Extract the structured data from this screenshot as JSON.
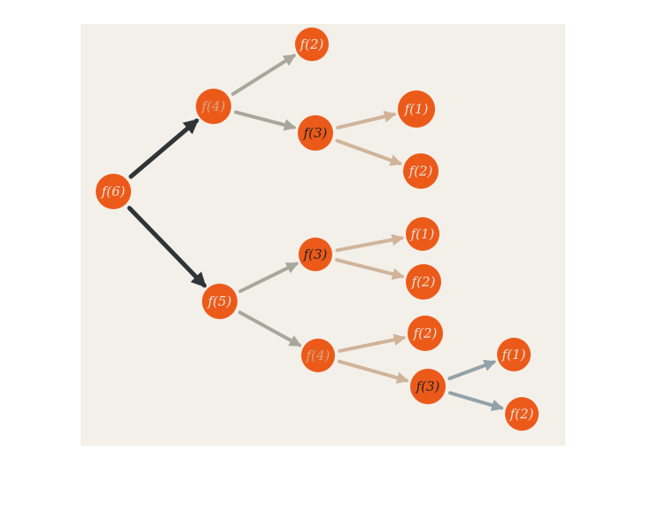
{
  "colors": {
    "canvas": "#f3f0ea",
    "node": "#ec5a1a",
    "edge_dark": "#2f3437",
    "edge_gray": "#a9a69b",
    "edge_tan": "#d0b49a",
    "edge_blue": "#92a2a8",
    "label_dark": "#222222",
    "label_light": "#e6e0d4",
    "label_mid": "#d9a680"
  },
  "nodes": [
    {
      "id": "n6",
      "label": "f(6)",
      "shade": "light"
    },
    {
      "id": "n4a",
      "label": "f(4)",
      "shade": "mid"
    },
    {
      "id": "n2a",
      "label": "f(2)",
      "shade": "light"
    },
    {
      "id": "n3a",
      "label": "f(3)",
      "shade": "dark"
    },
    {
      "id": "n1a",
      "label": "f(1)",
      "shade": "light"
    },
    {
      "id": "n2b",
      "label": "f(2)",
      "shade": "light"
    },
    {
      "id": "n5",
      "label": "f(5)",
      "shade": "light"
    },
    {
      "id": "n3b",
      "label": "f(3)",
      "shade": "dark"
    },
    {
      "id": "n1b",
      "label": "f(1)",
      "shade": "light"
    },
    {
      "id": "n2c",
      "label": "f(2)",
      "shade": "light"
    },
    {
      "id": "n4b",
      "label": "f(4)",
      "shade": "mid"
    },
    {
      "id": "n2d",
      "label": "f(2)",
      "shade": "light"
    },
    {
      "id": "n3c",
      "label": "f(3)",
      "shade": "dark"
    },
    {
      "id": "n1c",
      "label": "f(1)",
      "shade": "light"
    },
    {
      "id": "n2e",
      "label": "f(2)",
      "shade": "light"
    }
  ],
  "edges": [
    {
      "from": "n6",
      "to": "n4a",
      "style": "dark"
    },
    {
      "from": "n6",
      "to": "n5",
      "style": "dark"
    },
    {
      "from": "n4a",
      "to": "n2a",
      "style": "gray"
    },
    {
      "from": "n4a",
      "to": "n3a",
      "style": "gray"
    },
    {
      "from": "n3a",
      "to": "n1a",
      "style": "tan"
    },
    {
      "from": "n3a",
      "to": "n2b",
      "style": "tan"
    },
    {
      "from": "n5",
      "to": "n3b",
      "style": "gray"
    },
    {
      "from": "n5",
      "to": "n4b",
      "style": "gray"
    },
    {
      "from": "n3b",
      "to": "n1b",
      "style": "tan"
    },
    {
      "from": "n3b",
      "to": "n2c",
      "style": "tan"
    },
    {
      "from": "n4b",
      "to": "n2d",
      "style": "tan"
    },
    {
      "from": "n4b",
      "to": "n3c",
      "style": "tan"
    },
    {
      "from": "n3c",
      "to": "n1c",
      "style": "blue"
    },
    {
      "from": "n3c",
      "to": "n2e",
      "style": "blue"
    }
  ]
}
